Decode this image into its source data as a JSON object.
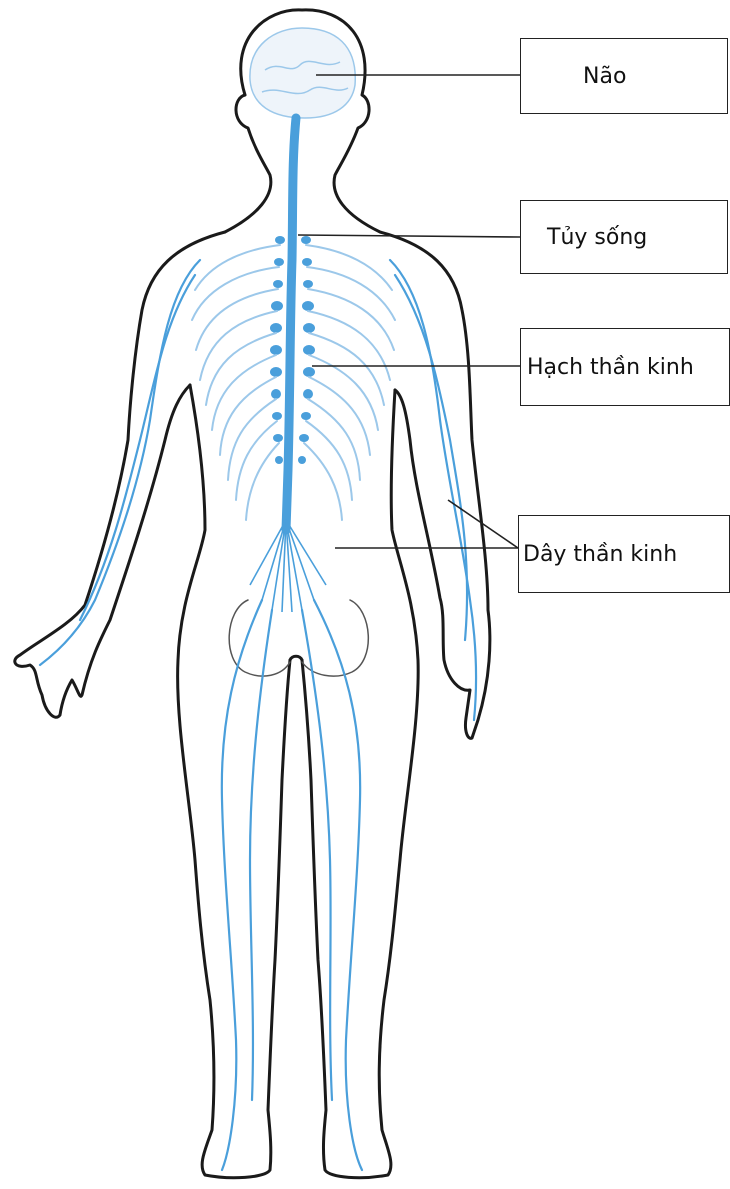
{
  "labels": {
    "brain": "Não",
    "spinal_cord": "Tủy sống",
    "ganglion": "Hạch thần kinh",
    "nerves": "Dây thần kinh"
  },
  "colors": {
    "outline": "#1a1a1a",
    "nerve": "#4a9fdb",
    "nerve_light": "#9cc8ea"
  }
}
